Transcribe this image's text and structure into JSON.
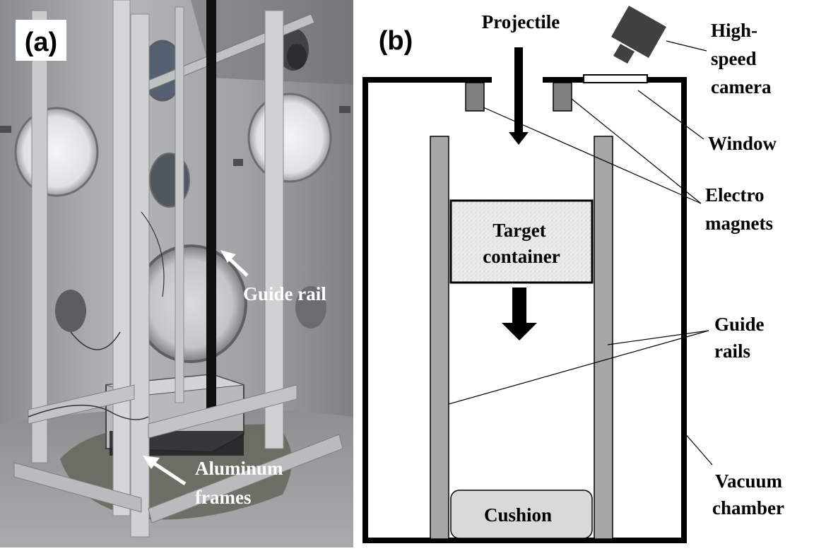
{
  "panel_a": {
    "label": "(a)",
    "annotations": {
      "guide_rail": "Guide rail",
      "aluminum_frames_line1": "Aluminum",
      "aluminum_frames_line2": "frames"
    }
  },
  "panel_b": {
    "label": "(b)",
    "labels": {
      "projectile": "Projectile",
      "camera_line1": "High-",
      "camera_line2": "speed",
      "camera_line3": "camera",
      "window": "Window",
      "electromagnets_line1": "Electro",
      "electromagnets_line2": "magnets",
      "target_line1": "Target",
      "target_line2": "container",
      "guide_rails_line1": "Guide",
      "guide_rails_line2": "rails",
      "vacuum_line1": "Vacuum",
      "vacuum_line2": "chamber",
      "cushion": "Cushion"
    }
  },
  "colors": {
    "rail_fill": "#a6a6a6",
    "magnet_fill": "#7f7f7f",
    "target_fill": "#e6e6e6",
    "cushion_fill": "#d9d9d9",
    "camera_fill": "#404040",
    "stroke": "#000000"
  }
}
